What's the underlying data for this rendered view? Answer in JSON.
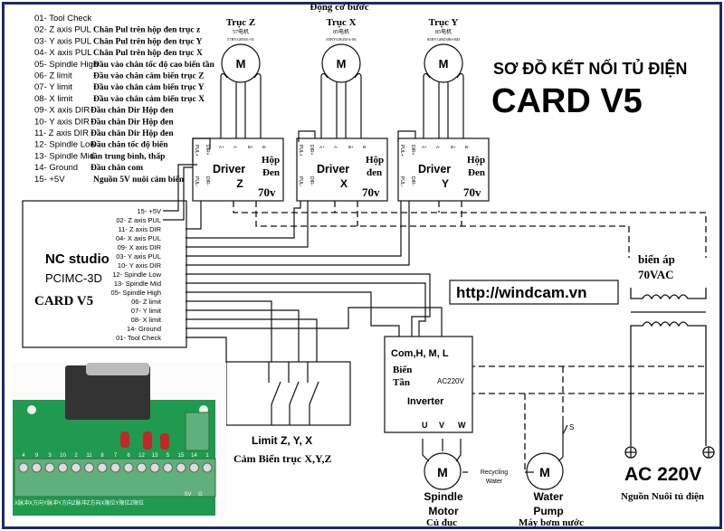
{
  "title": {
    "line1": "SƠ ĐỒ KẾT NỐI TỦ ĐIỆN",
    "line2": "CARD V5"
  },
  "legend": [
    {
      "pin": "01- Tool Check",
      "desc": ""
    },
    {
      "pin": "02- Z axis PUL",
      "desc": "Chân Pul trên hộp đen trục z"
    },
    {
      "pin": "03- Y axis PUL",
      "desc": "Chân Pul trên hộp đen trục Y"
    },
    {
      "pin": "04- X axis PUL",
      "desc": "Chân Pul trên hộp đen trục X"
    },
    {
      "pin": "05- Spindle High",
      "desc": "Đầu vào chân tốc độ cao biến tần"
    },
    {
      "pin": "06- Z limit",
      "desc": "Đầu vào chân cảm biến trục Z"
    },
    {
      "pin": "07- Y limit",
      "desc": "Đầu vào chân cảm biến trục Y"
    },
    {
      "pin": "08- X limit",
      "desc": "Đầu vào chân cảm biến trục X"
    },
    {
      "pin": "09- X axis DIR",
      "desc": "Đầu chân Dir Hộp đen"
    },
    {
      "pin": "10- Y axis DIR",
      "desc": "Đầu chân Dir Hộp đen"
    },
    {
      "pin": "11- Z axis DIR",
      "desc": "Đầu chân Dir Hộp đen"
    },
    {
      "pin": "12- Spindle Low",
      "desc": "Đầu chân tốc độ biến"
    },
    {
      "pin": "13- Spindle Mid",
      "desc": "tần trung bình, thấp"
    },
    {
      "pin": "14- Ground",
      "desc": "Đầu chân com"
    },
    {
      "pin": "15- +5V",
      "desc": "Nguồn 5V nuôi cảm biến"
    }
  ],
  "card": {
    "name": "NC studio",
    "model": "PCIMC-3D",
    "version": "CARD V5",
    "pins": [
      "15- +5V",
      "02- Z axis PUL",
      "11- Z axis DIR",
      "04- X axis PUL",
      "09- X axis DIR",
      "03- Y axis PUL",
      "10- Y axis DIR",
      "12- Spindle Low",
      "13- Spindle Mid",
      "05- Spindle High",
      "06- Z limit",
      "07- Y limit",
      "08- X limit",
      "14- Ground",
      "01- Tool Check"
    ]
  },
  "stepper_header": "Động cơ bước",
  "motors": [
    {
      "axis": "Trục Z",
      "size": "57电机",
      "model": "57BYGH301-01",
      "driver": "Driver",
      "driver_axis": "Z",
      "box1": "Hộp",
      "box2": "Đen",
      "voltage": "70v"
    },
    {
      "axis": "Trục X",
      "size": "85电机",
      "model": "85BYGH450A-06",
      "driver": "Driver",
      "driver_axis": "X",
      "box1": "Hộp",
      "box2": "đen",
      "voltage": "70v"
    },
    {
      "axis": "Trục Y",
      "size": "85电机",
      "model": "85BYGH450B-06D",
      "driver": "Driver",
      "driver_axis": "Y",
      "box1": "Hộp",
      "box2": "Đen",
      "voltage": "70v"
    }
  ],
  "motor_symbol": "M",
  "driver_pins": {
    "pul_plus": "PUL+",
    "dir_plus": "DIR+",
    "pul_minus": "PUL-",
    "dir_minus": "DIR-",
    "terminals": [
      "A+",
      "A-",
      "B+",
      "B-"
    ]
  },
  "url": "http://windcam.vn",
  "transformer": {
    "label1": "biến áp",
    "label2": "70VAC"
  },
  "inverter": {
    "inputs": "Com,H, M, L",
    "vn1": "Biến",
    "vn2": "Tần",
    "ac": "AC220V",
    "name": "Inverter",
    "u": "U",
    "v": "V",
    "w": "W"
  },
  "spindle": {
    "symbol": "M",
    "line1": "Spindle",
    "line2": "Motor",
    "vn": "Củ đục"
  },
  "recycling": {
    "line1": "Recycling",
    "line2": "Water"
  },
  "pump": {
    "symbol": "M",
    "line1": "Water",
    "line2": "Pump",
    "vn": "Máy bơm nước",
    "switch": "S"
  },
  "power": {
    "label": "AC  220V",
    "vn": "Nguồn Nuôi tủ điện"
  },
  "limits": {
    "label": "Limit Z, Y, X",
    "vn": "Cảm Biến trục X,Y,Z"
  },
  "board": {
    "terminals": [
      "4",
      "9",
      "3",
      "10",
      "2",
      "11",
      "8",
      "7",
      "6",
      "12",
      "13",
      "5",
      "15",
      "14",
      "1"
    ],
    "under_labels": [
      "5V",
      "G"
    ],
    "silk": "X脉冲X方向Y脉冲Y方向Z脉冲Z方向X限位Y限位Z限位"
  },
  "colors": {
    "frame": "#1c2a6b",
    "board": "#1f9a4e",
    "terminal": "#5fb07a",
    "capacitor": "#c0282a"
  }
}
